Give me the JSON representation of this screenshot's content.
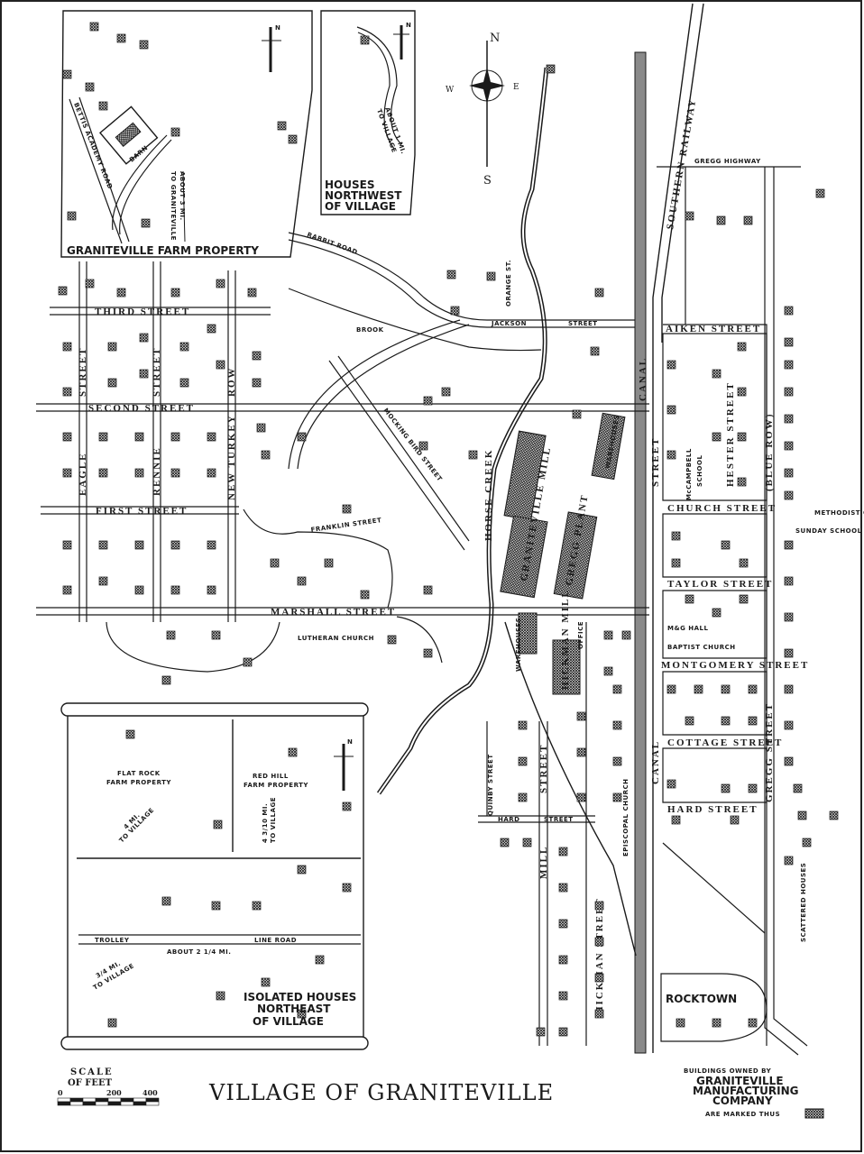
{
  "title": "VILLAGE OF GRANITEVILLE",
  "compass": {
    "n": "N",
    "s": "S",
    "e": "E",
    "w": "W"
  },
  "scale": {
    "title_line1": "SCALE",
    "title_line2": "OF FEET",
    "ticks": [
      "0",
      "200",
      "400"
    ]
  },
  "legend": {
    "line1": "BUILDINGS OWNED BY",
    "line2": "GRANITEVILLE",
    "line3": "MANUFACTURING",
    "line4": "COMPANY",
    "line5": "ARE MARKED THUS"
  },
  "insets": {
    "farm": {
      "title": "GRANITEVILLE FARM PROPERTY",
      "road": "BETTIS ACADEMY ROAD",
      "barn": "BARN",
      "distance_1": "ABOUT 3 MI.",
      "distance_2": "TO GRANITEVILLE",
      "north": "N"
    },
    "northwest": {
      "title_1": "HOUSES",
      "title_2": "NORTHWEST",
      "title_3": "OF VILLAGE",
      "distance_1": "ABOUT 1 MI.",
      "distance_2": "TO VILLAGE",
      "north": "N"
    },
    "northeast": {
      "flat_rock_1": "FLAT ROCK",
      "flat_rock_2": "FARM PROPERTY",
      "flat_rock_dist_1": "4 MI.",
      "flat_rock_dist_2": "TO VILLAGE",
      "red_hill_1": "RED HILL",
      "red_hill_2": "FARM PROPERTY",
      "red_hill_dist_1": "4 3/10 MI.",
      "red_hill_dist_2": "TO VILLAGE",
      "trolley_1": "TROLLEY",
      "trolley_2": "LINE ROAD",
      "about": "ABOUT 2 1/4 MI.",
      "dist_1": "3/4 MI.",
      "dist_2": "TO VILLAGE",
      "title_1": "ISOLATED HOUSES",
      "title_2": "NORTHEAST",
      "title_3": "OF VILLAGE",
      "north": "N"
    }
  },
  "streets": {
    "rabbit_road": "RABBIT ROAD",
    "brook": "BROOK",
    "jackson": "JACKSON",
    "street": "STREET",
    "orange_st": "ORANGE ST.",
    "third": "THIRD STREET",
    "second": "SECOND STREET",
    "first": "FIRST STREET",
    "marshall": "MARSHALL STREET",
    "eagle": "EAGLE",
    "eagle_street": "STREET",
    "rennie": "RENNIE",
    "rennie_street": "STREET",
    "new_turkey": "NEW TURKEY",
    "row": "ROW",
    "mocking_bird": "MOCKING BIRD STREET",
    "franklin": "FRANKLIN STREET",
    "horse_creek": "HORSE CREEK",
    "canal": "CANAL",
    "canal_street": "STREET",
    "southern_railway": "SOUTHERN RAILWAY",
    "gregg_highway": "GREGG HIGHWAY",
    "aiken": "AIKEN STREET",
    "hester": "HESTER STREET",
    "blue_row": "(BLUE ROW)",
    "church": "CHURCH STREET",
    "taylor": "TAYLOR STREET",
    "montgomery": "MONTGOMERY STREET",
    "cottage": "COTTAGE STREET",
    "hard_right": "HARD STREET",
    "hard_left": "HARD",
    "hard_left_2": "STREET",
    "gregg_street": "GREGG STREET",
    "quinby": "QUINBY STREET",
    "mill": "MILL",
    "mill_street": "STREET",
    "hickman": "HICKMAN STREET",
    "canal_lower": "CANAL"
  },
  "places": {
    "graniteville_mill": "GRANITEVILLE MILL",
    "gregg_plant": "GREGG PLANT",
    "warehouses": "WAREHOUSES",
    "warehouses_2": "WAREHOUSES",
    "hickman_mill": "HICKMAN MILL",
    "office": "OFFICE",
    "mccampbell_school": "McCAMPBELL",
    "school": "SCHOOL",
    "methodist_church": "METHODIST CHURCH",
    "sunday_school": "SUNDAY SCHOOL",
    "lutheran_church": "LUTHERAN CHURCH",
    "mg_hall": "M&G HALL",
    "baptist_church": "BAPTIST CHURCH",
    "episcopal_church": "EPISCOPAL CHURCH",
    "rocktown": "ROCKTOWN",
    "scattered_houses": "SCATTERED HOUSES"
  },
  "colors": {
    "ink": "#1a1a1a",
    "paper": "#ffffff",
    "canal": "#8a8a8a"
  }
}
